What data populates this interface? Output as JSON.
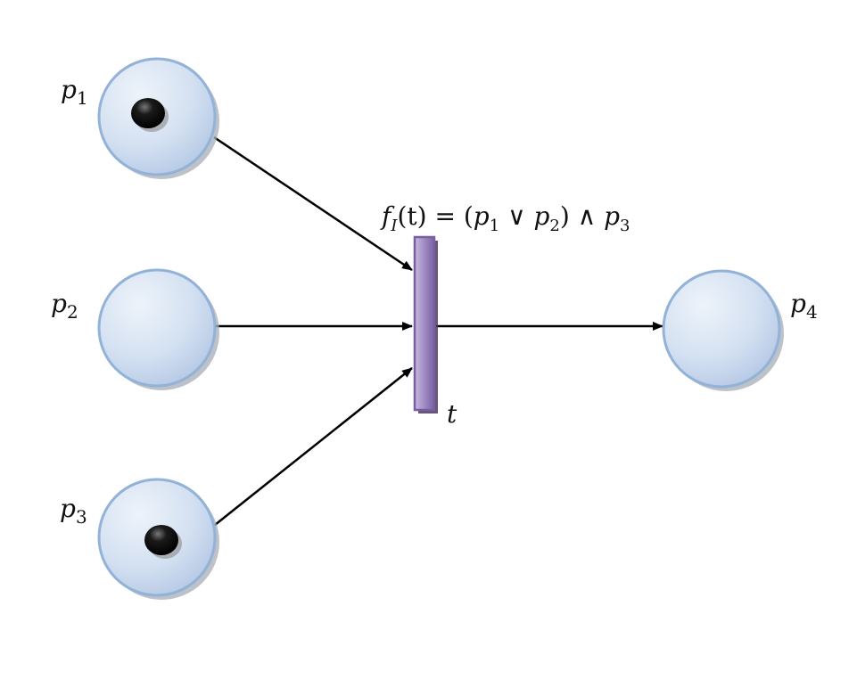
{
  "diagram": {
    "places": [
      {
        "id": "p1",
        "name": "p",
        "index": "1",
        "tokens": 1
      },
      {
        "id": "p2",
        "name": "p",
        "index": "2",
        "tokens": 0
      },
      {
        "id": "p3",
        "name": "p",
        "index": "3",
        "tokens": 1
      },
      {
        "id": "p4",
        "name": "p",
        "index": "4",
        "tokens": 0
      }
    ],
    "transition": {
      "name": "t"
    },
    "guard": {
      "f": "f",
      "f_sub": "I",
      "arg": "(t)",
      "eq": " = (",
      "a": "p",
      "a_sub": "1",
      "or": " ∨ ",
      "b": "p",
      "b_sub": "2",
      "close": ") ∧ ",
      "c": "p",
      "c_sub": "3"
    },
    "arcs": [
      {
        "from": "p1",
        "to": "t"
      },
      {
        "from": "p2",
        "to": "t"
      },
      {
        "from": "p3",
        "to": "t"
      },
      {
        "from": "t",
        "to": "p4"
      }
    ],
    "colors": {
      "place_fill_light": "#e6eef8",
      "place_fill_dark": "#bccde6",
      "place_stroke": "#8fb0d6",
      "place_shadow": "#9fa8b4",
      "token": "#111111",
      "transition_fill": "#9b87bd",
      "transition_stroke": "#7a5fa0",
      "arc": "#000000"
    }
  }
}
